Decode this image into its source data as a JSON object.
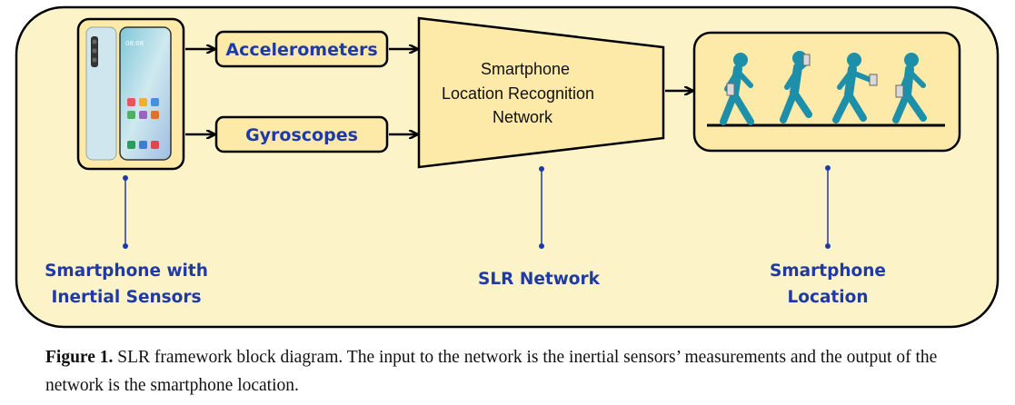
{
  "diagram": {
    "inputs": [
      "Accelerometers",
      "Gyroscopes"
    ],
    "network_lines": [
      "Smartphone",
      "Location Recognition",
      "Network"
    ],
    "phone_time": "08:08",
    "bottom_labels": {
      "phone": [
        "Smartphone with",
        "Inertial Sensors"
      ],
      "network": "SLR Network",
      "location": [
        "Smartphone",
        "Location"
      ]
    },
    "colors": {
      "background": "#fdf3c9",
      "box_fill": "#fde9a8",
      "network_fill": "#fde9a8",
      "label_blue": "#1e3aa6",
      "figure_teal": "#1e8fa8",
      "outline": "#000000"
    },
    "icons": [
      "smartphone-image",
      "walking-person-icon",
      "running-person-icon"
    ]
  },
  "caption": {
    "label": "Figure 1.",
    "text": " SLR framework block diagram. The input to the network is the inertial sensors’ measurements and the output of the network is the smartphone location."
  }
}
